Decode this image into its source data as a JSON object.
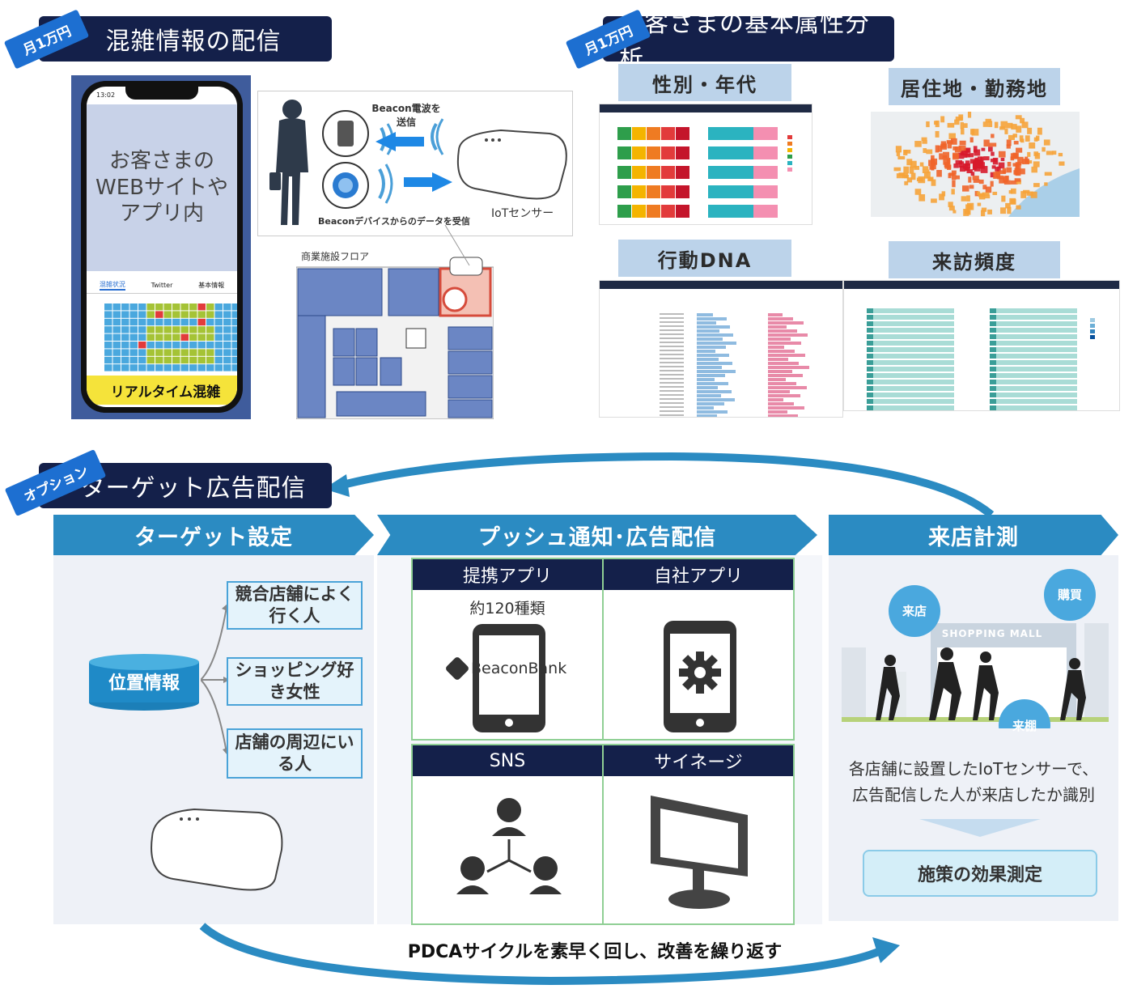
{
  "sections": {
    "congestion": {
      "badge": "月1万円",
      "title": "混雑情報の配信"
    },
    "attributes": {
      "badge": "月1万円",
      "title": "お客さまの基本属性分析"
    },
    "ads": {
      "badge": "オプション",
      "title": "ターゲット広告配信"
    }
  },
  "phone": {
    "time": "13:02",
    "web_text": "お客さまのWEBサイトやアプリ内",
    "tabs": [
      "混雑状況",
      "Twitter",
      "基本情報"
    ],
    "label": "リアルタイム混雑"
  },
  "beacon": {
    "send_label": "Beacon電波を送信",
    "receive_label": "Beaconデバイスからのデータを受信",
    "sensor_label": "IoTセンサー",
    "floor_label": "商業施設フロア"
  },
  "attribute_labels": {
    "gender_age": "性別・年代",
    "residence": "居住地・勤務地",
    "behavior": "行動DNA",
    "frequency": "来訪頻度"
  },
  "steps": {
    "target": "ターゲット設定",
    "push": "プッシュ通知･広告配信",
    "visit": "来店計測"
  },
  "target": {
    "source": "位置情報",
    "options": [
      "競合店舗によく行く人",
      "ショッピング好き女性",
      "店舗の周辺にいる人"
    ]
  },
  "push": {
    "partner_app": "提携アプリ",
    "partner_count": "約120種類",
    "brand": "BeaconBank",
    "own_app": "自社アプリ",
    "sns": "SNS",
    "signage": "サイネージ"
  },
  "visit": {
    "bubbles": [
      "来店",
      "購買",
      "来棚"
    ],
    "mall_sign": "SHOPPING MALL",
    "description_1": "各店舗に設置したIoTセンサーで、",
    "description_2": "広告配信した人が来店したか識別",
    "effect": "施策の効果測定"
  },
  "pdca": "PDCAサイクルを素早く回し、改善を繰り返す",
  "colors": {
    "navy": "#14204a",
    "step_blue": "#2b8bc2",
    "badge_blue": "#1d6fd1",
    "label_blue": "#bcd3ea"
  }
}
